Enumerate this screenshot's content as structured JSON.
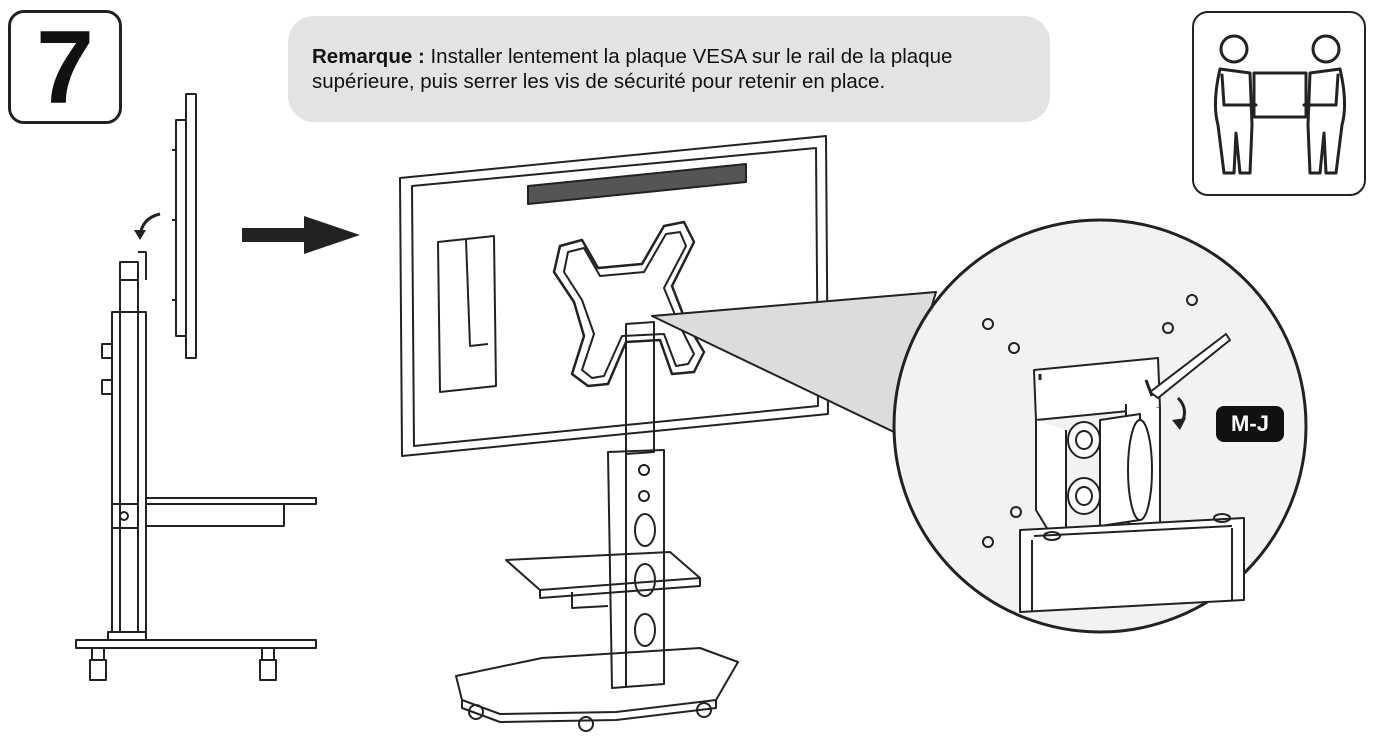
{
  "step": {
    "number": "7"
  },
  "note": {
    "label": "Remarque :",
    "text": " Installer lentement la plaque VESA sur le rail de la plaque supérieure, puis serrer les vis de sécurité pour retenir en place."
  },
  "callout": {
    "tool_label": "M-J"
  },
  "icons": [
    "two-person-lift-icon",
    "arrow-right-icon",
    "rotate-arrow-icon",
    "tighten-arrow-icon"
  ],
  "colors": {
    "line": "#222222",
    "note_bg": "#e3e3e3",
    "zoom_bg": "#f2f2f2",
    "cone": "#dcdcdc"
  }
}
